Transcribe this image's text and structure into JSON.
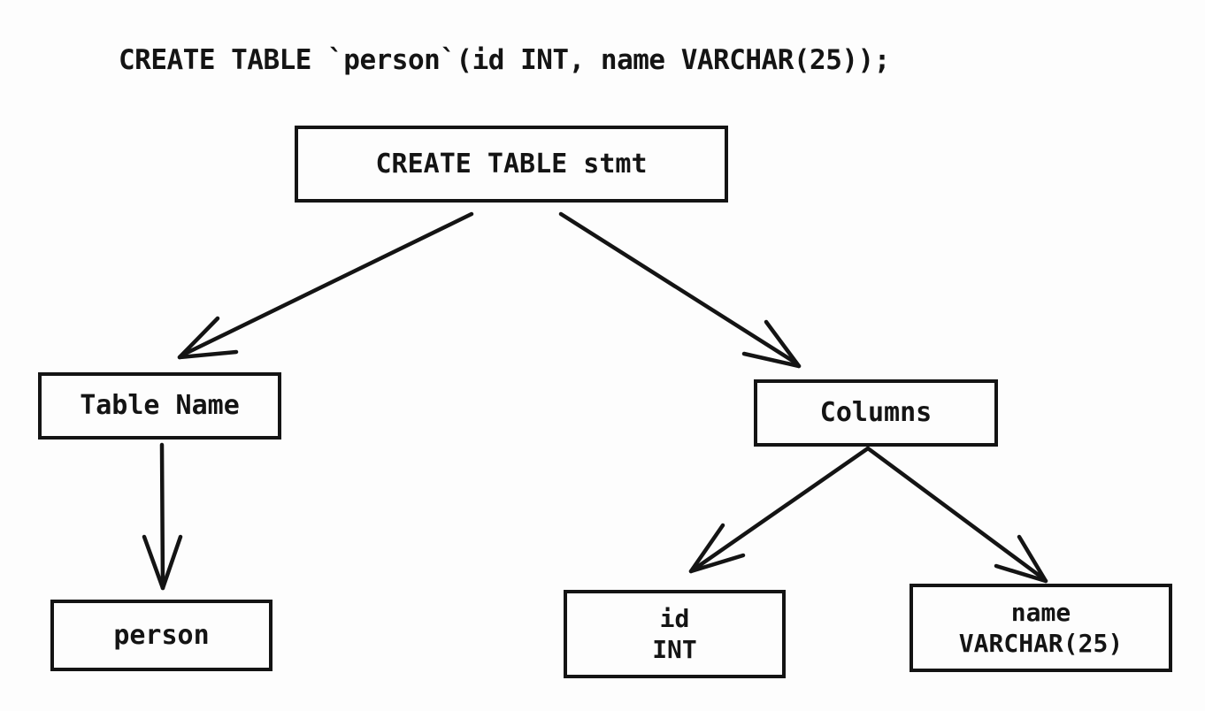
{
  "sql_statement": "CREATE TABLE `person`(id INT, name VARCHAR(25));",
  "diagram": {
    "type": "parse-tree",
    "nodes": {
      "root": {
        "label": "CREATE TABLE stmt"
      },
      "table_name": {
        "label": "Table Name"
      },
      "columns": {
        "label": "Columns"
      },
      "person": {
        "label": "person"
      },
      "id_col": {
        "line1": "id",
        "line2": "INT"
      },
      "name_col": {
        "line1": "name",
        "line2": "VARCHAR(25)"
      }
    },
    "edges": [
      {
        "from": "root",
        "to": "table_name"
      },
      {
        "from": "root",
        "to": "columns"
      },
      {
        "from": "table_name",
        "to": "person"
      },
      {
        "from": "columns",
        "to": "id_col"
      },
      {
        "from": "columns",
        "to": "name_col"
      }
    ]
  },
  "colors": {
    "ink": "#141414",
    "background": "#fdfdfd"
  }
}
